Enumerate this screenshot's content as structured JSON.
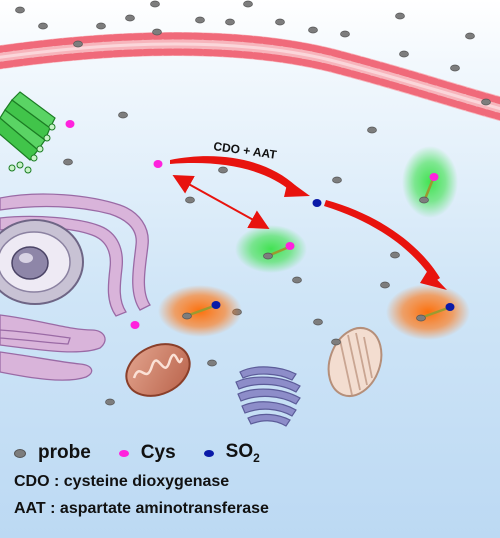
{
  "enzyme_label": "CDO + AAT",
  "legend": {
    "probe": "probe",
    "cys": "Cys",
    "so2_base": "SO",
    "so2_sub": "2"
  },
  "definitions": {
    "cdo": "CDO : cysteine dioxygenase",
    "aat": "AAT : aspartate aminotransferase"
  },
  "colors": {
    "probe": "#7d7d7d",
    "cys": "#ff22dd",
    "so2": "#0a1aa8",
    "arrow": "#e8130e",
    "green_glow": "#3be24a",
    "orange_glow": "#ff7a1a"
  }
}
